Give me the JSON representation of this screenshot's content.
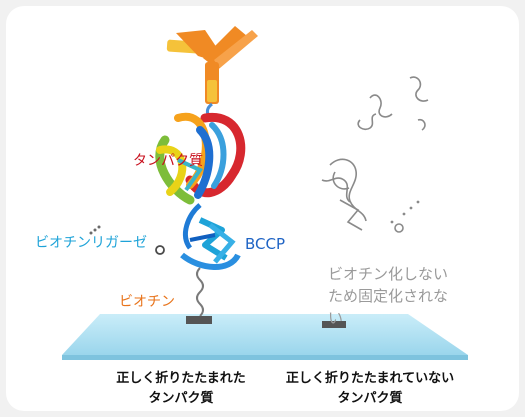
{
  "labels": {
    "protein": "タンパク質",
    "ligase": "ビオチンリガーゼ",
    "bccp": "BCCP",
    "biotin": "ビオチン",
    "nonfixed": "ビオチン化しないため固定化されない"
  },
  "captions": {
    "left_line1": "正しく折りたたまれた",
    "left_line2": "タンパク質",
    "right_line1": "正しく折りたたまれていない",
    "right_line2": "タンパク質"
  },
  "colors": {
    "antibody": "#f08a24",
    "antibody_hinge": "#f5c23a",
    "protein_label": "#c8101e",
    "ligase_label": "#1ea3d8",
    "bccp_label": "#1e63c4",
    "biotin_label": "#e8731a",
    "surface": "#a6dcef",
    "unfolded": "#8a8a8a"
  }
}
